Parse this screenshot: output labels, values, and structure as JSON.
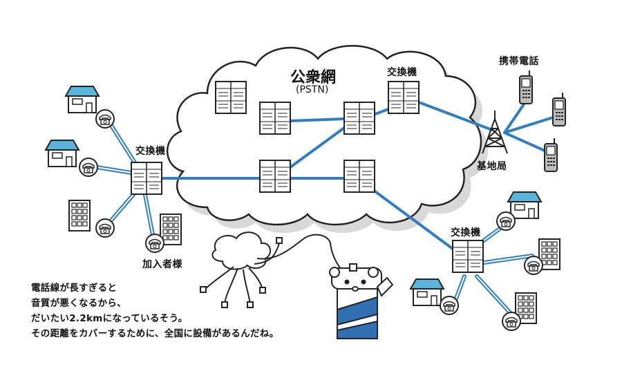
{
  "cloud": {
    "title": "公衆網",
    "subtitle": "(PSTN)"
  },
  "labels": {
    "switch_top": "交換機",
    "switch_left": "交換機",
    "switch_bottom": "交換機",
    "mobile_phones": "携帯電話",
    "base_station": "基地局",
    "subscribers": "加入者様"
  },
  "note": {
    "lines": [
      "電話線が長すぎると",
      "音質が悪くなるから、",
      "だいたい2.2kmになっているそう。",
      "その距離をカバーするために、全国に設備があるんだね。"
    ]
  },
  "colors": {
    "line": "#2f7dc4",
    "house_roof": "#5ab4dc",
    "cloud_shadow": "#d8d8d8",
    "outline": "#222222"
  }
}
